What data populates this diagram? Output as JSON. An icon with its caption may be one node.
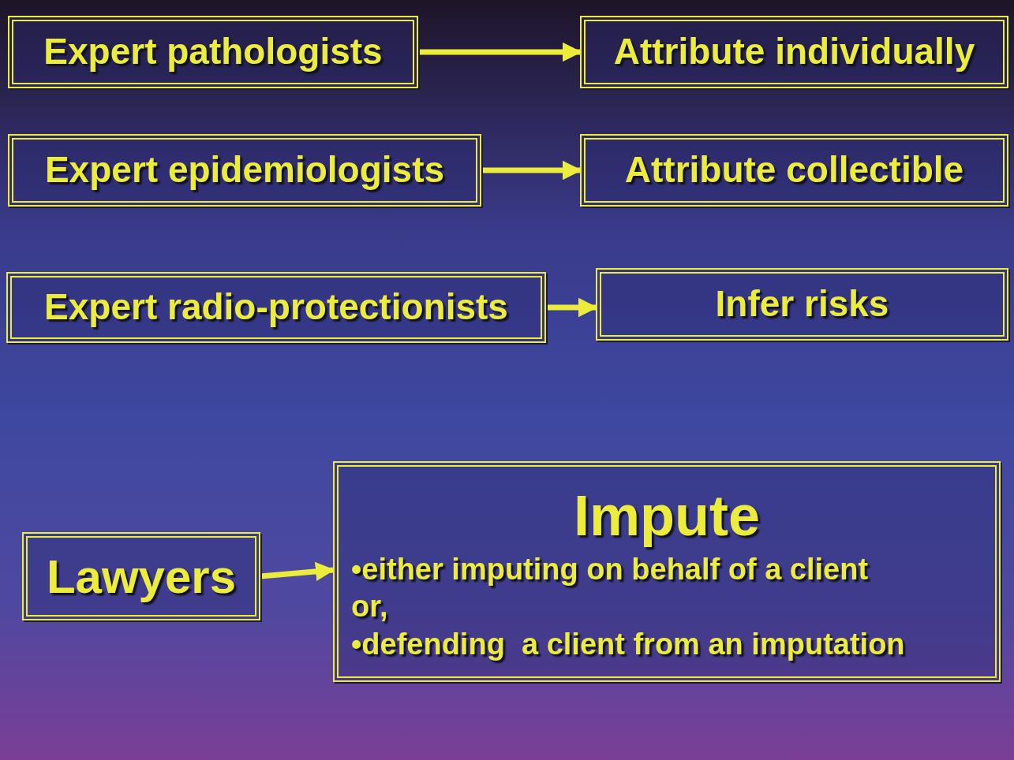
{
  "diagram": {
    "nodes": [
      {
        "text": [
          "Expert pathologists"
        ]
      },
      {
        "text": [
          "Attribute individually"
        ]
      },
      {
        "text": [
          "Expert epidemiologists"
        ]
      },
      {
        "text": [
          "Attribute collectible"
        ]
      },
      {
        "text": [
          "Expert radio-protectionists"
        ]
      },
      {
        "text": [
          "Infer risks"
        ]
      },
      {
        "text": [
          "Lawyers"
        ]
      },
      {
        "text": [
          "Impute",
          "•either imputing on behalf of a client",
          "or,",
          "•defending  a client from an imputation"
        ]
      }
    ],
    "edges": [
      {
        "from": 0,
        "to": 1,
        "arrow": "to"
      },
      {
        "from": 2,
        "to": 3,
        "arrow": "to"
      },
      {
        "from": 4,
        "to": 5,
        "arrow": "to"
      },
      {
        "from": 6,
        "to": 7,
        "arrow": "to"
      }
    ]
  }
}
